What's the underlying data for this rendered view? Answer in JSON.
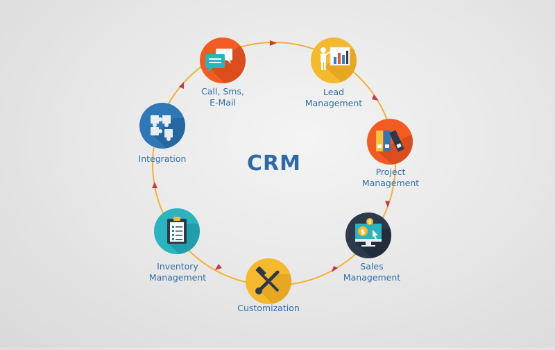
{
  "diagram": {
    "center_title": "CRM",
    "nodes": [
      {
        "id": "call",
        "label_lines": [
          "Call, Sms,",
          "E-Mail"
        ],
        "icon": "chat-bubbles-icon"
      },
      {
        "id": "lead",
        "label_lines": [
          "Lead",
          "Management"
        ],
        "icon": "presenter-chart-icon"
      },
      {
        "id": "project",
        "label_lines": [
          "Project",
          "Management"
        ],
        "icon": "binders-icon"
      },
      {
        "id": "sales",
        "label_lines": [
          "Sales",
          "Management"
        ],
        "icon": "monitor-dollar-icon"
      },
      {
        "id": "custom",
        "label_lines": [
          "Customization"
        ],
        "icon": "wrench-hammer-icon"
      },
      {
        "id": "inventory",
        "label_lines": [
          "Inventory",
          "Management"
        ],
        "icon": "clipboard-checklist-icon"
      },
      {
        "id": "integration",
        "label_lines": [
          "Integration"
        ],
        "icon": "puzzle-pieces-icon"
      }
    ],
    "colors": {
      "ring": "#f2b233",
      "arrow": "#c8374a",
      "label": "#2f6fa8",
      "orange": "#f25b22",
      "yellow": "#f5b92e",
      "dark": "#2d3a4b",
      "teal": "#2bb3c0",
      "blue": "#2f78b7"
    }
  }
}
